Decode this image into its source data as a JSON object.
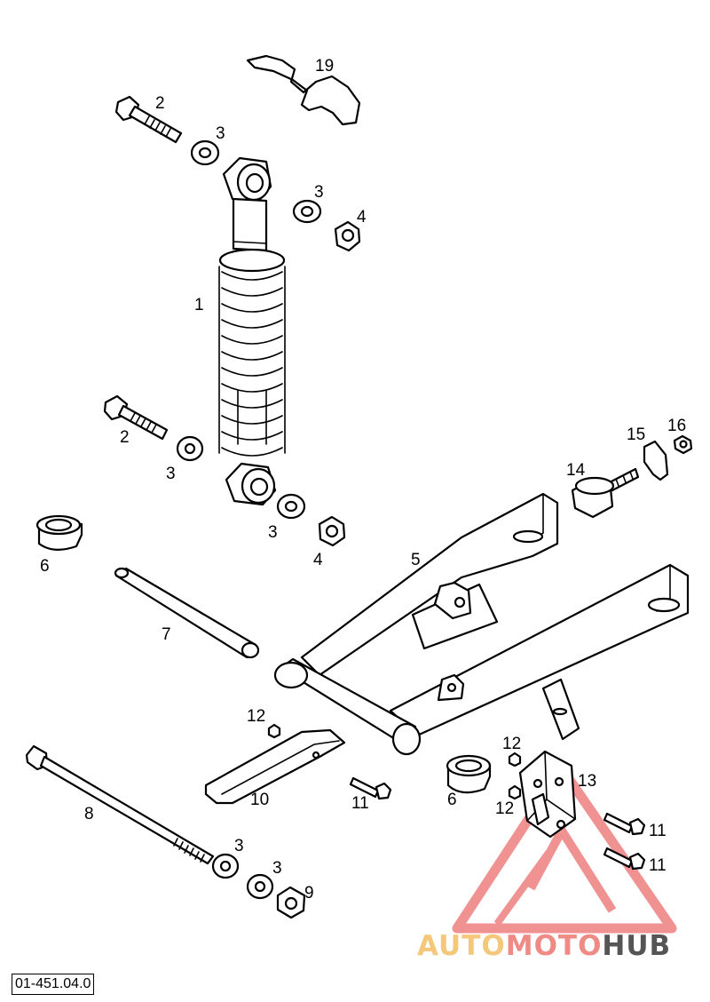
{
  "diagram_code": "01-451.04.0",
  "watermark": {
    "text_a": "AUTO",
    "text_b": "MOTO",
    "text_c": "HUB",
    "color_a": "#f4c77a",
    "color_b": "#ef8a84",
    "color_c": "#555555",
    "logo_color": "#e84b4b"
  },
  "callouts": {
    "c1": "1",
    "c2a": "2",
    "c2b": "2",
    "c3a": "3",
    "c3b": "3",
    "c3c": "3",
    "c3d": "3",
    "c3e": "3",
    "c3f": "3",
    "c4a": "4",
    "c4b": "4",
    "c5": "5",
    "c6a": "6",
    "c6b": "6",
    "c7": "7",
    "c8": "8",
    "c9": "9",
    "c10": "10",
    "c11a": "11",
    "c11b": "11",
    "c11c": "11",
    "c12a": "12",
    "c12b": "12",
    "c12c": "12",
    "c13": "13",
    "c14": "14",
    "c15": "15",
    "c16": "16",
    "c19": "19"
  }
}
